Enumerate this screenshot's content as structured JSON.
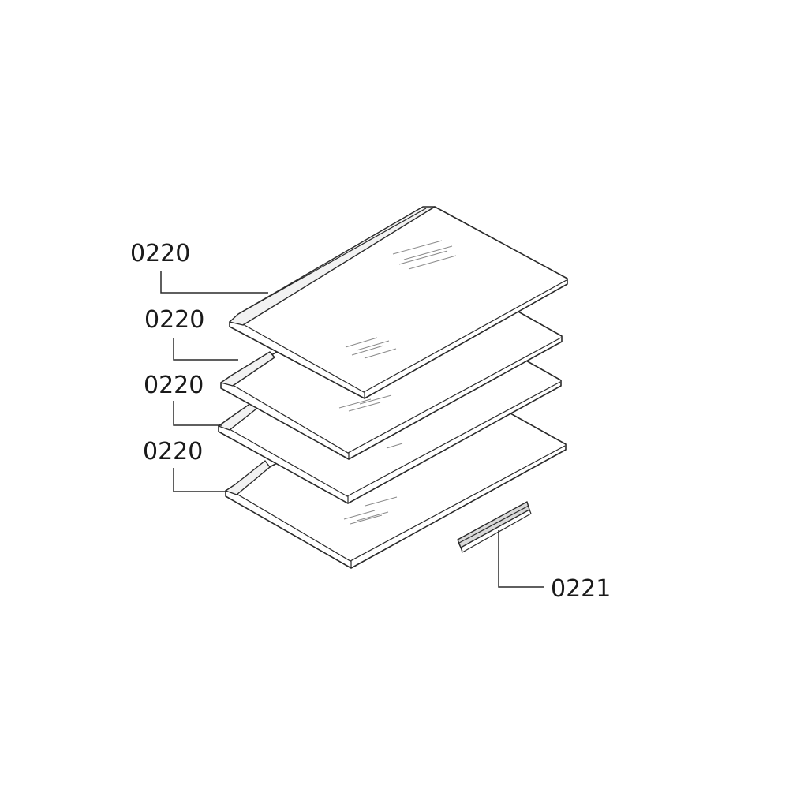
{
  "diagram": {
    "callouts": [
      {
        "part": "0220"
      },
      {
        "part": "0220"
      },
      {
        "part": "0220"
      },
      {
        "part": "0220"
      },
      {
        "part": "0221"
      }
    ],
    "colors": {
      "line": "#2a2a2a",
      "reflection": "#8a8a8a",
      "background": "#ffffff"
    }
  }
}
